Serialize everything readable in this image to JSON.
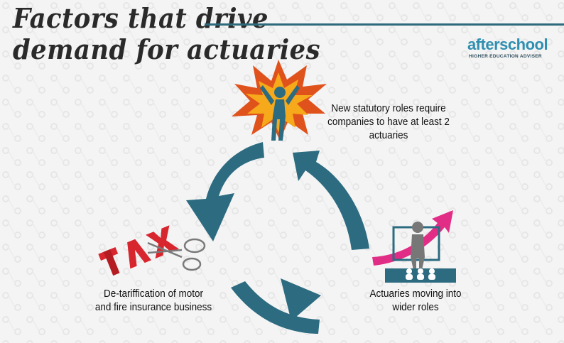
{
  "title": {
    "line1": "Factors that drive",
    "line2": "demand for actuaries"
  },
  "logo": {
    "brand": "afterschool",
    "tagline": "HIGHER EDUCATION ADVISER"
  },
  "cycle": {
    "steps": [
      {
        "label": "New statutory roles require\ncompanies to have at least 2\nactuaries",
        "icon": "explosion-person-icon"
      },
      {
        "label": "De-tariffication of motor\nand fire insurance business",
        "icon": "scissors-cutting-tax-icon"
      },
      {
        "label": "Actuaries moving into\nwider roles",
        "icon": "presenter-growth-arrow-icon"
      }
    ],
    "arrow_color": "#2c6b80"
  },
  "colors": {
    "title": "#2a2a2a",
    "accent_line": "#2d6a7c",
    "tax_red": "#d8262e",
    "growth_arrow": "#e0177a"
  }
}
